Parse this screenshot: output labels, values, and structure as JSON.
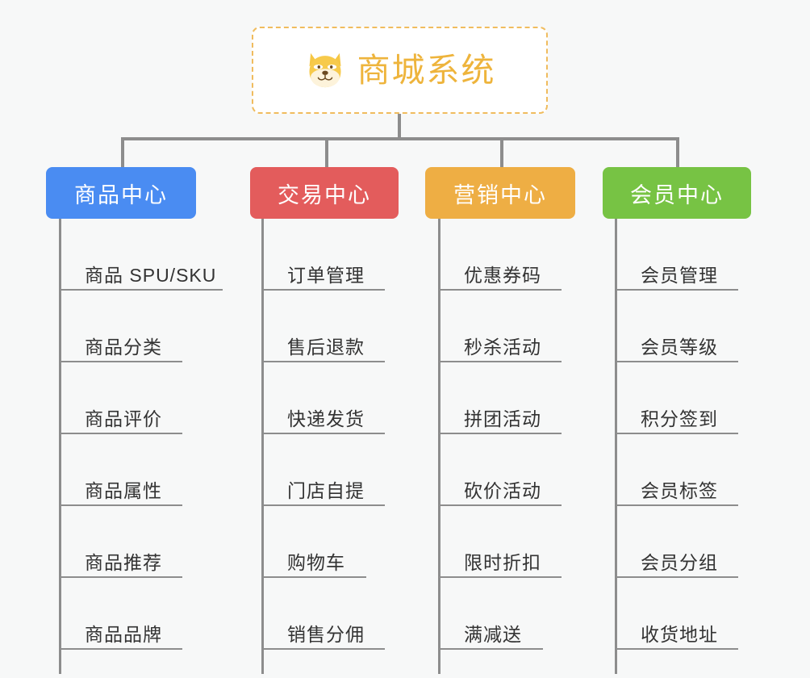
{
  "root": {
    "title": "商城系统",
    "icon": "shiba-dog-face-icon",
    "border_color": "#f0bc5e",
    "text_color": "#eeb43c",
    "background": "#ffffff"
  },
  "canvas": {
    "background": "#f7f8f8",
    "connector_color": "#8d8d8d"
  },
  "branches": [
    {
      "label": "商品中心",
      "color": "#4a8cf2",
      "leaves": [
        "商品 SPU/SKU",
        "商品分类",
        "商品评价",
        "商品属性",
        "商品推荐",
        "商品品牌"
      ]
    },
    {
      "label": "交易中心",
      "color": "#e35c5c",
      "leaves": [
        "订单管理",
        "售后退款",
        "快递发货",
        "门店自提",
        "购物车",
        "销售分佣"
      ]
    },
    {
      "label": "营销中心",
      "color": "#eeae44",
      "leaves": [
        "优惠券码",
        "秒杀活动",
        "拼团活动",
        "砍价活动",
        "限时折扣",
        "满减送"
      ]
    },
    {
      "label": "会员中心",
      "color": "#77c344",
      "leaves": [
        "会员管理",
        "会员等级",
        "积分签到",
        "会员标签",
        "会员分组",
        "收货地址"
      ]
    }
  ]
}
